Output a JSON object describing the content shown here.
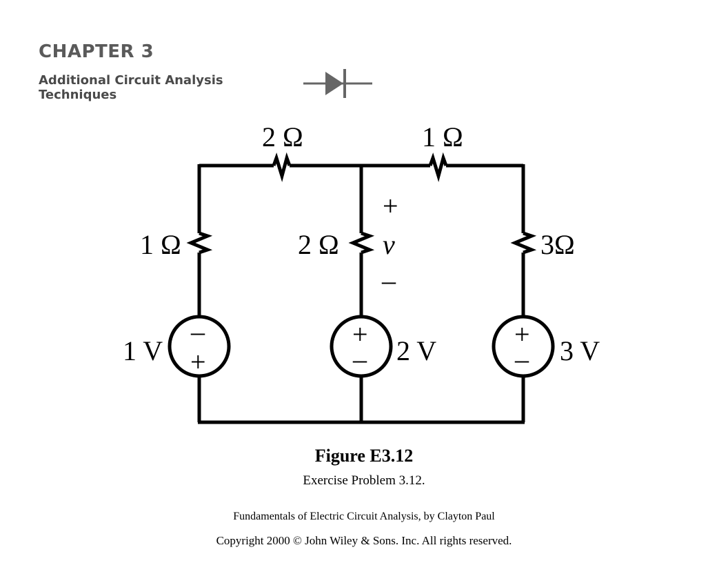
{
  "header": {
    "chapter_label": "CHAPTER 3",
    "chapter_title_line1": "Additional Circuit Analysis",
    "chapter_title_line2": "Techniques"
  },
  "circuit": {
    "top_left_resistor": "2 Ω",
    "top_right_resistor": "1 Ω",
    "left_resistor": "1 Ω",
    "middle_resistor": "2 Ω",
    "right_resistor": "3Ω",
    "voltage_plus": "+",
    "voltage_var": "v",
    "voltage_minus": "–",
    "left_source": "1 V",
    "middle_source": "2 V",
    "right_source": "3 V",
    "left_source_top": "–",
    "left_source_bottom": "+",
    "middle_source_top": "+",
    "middle_source_bottom": "–",
    "right_source_top": "+",
    "right_source_bottom": "–"
  },
  "caption": {
    "figure_title": "Figure E3.12",
    "figure_subtitle": "Exercise Problem 3.12."
  },
  "footer": {
    "book": "Fundamentals of Electric Circuit Analysis, by Clayton Paul",
    "copyright": "Copyright 2000 © John Wiley & Sons. Inc. All rights reserved."
  }
}
